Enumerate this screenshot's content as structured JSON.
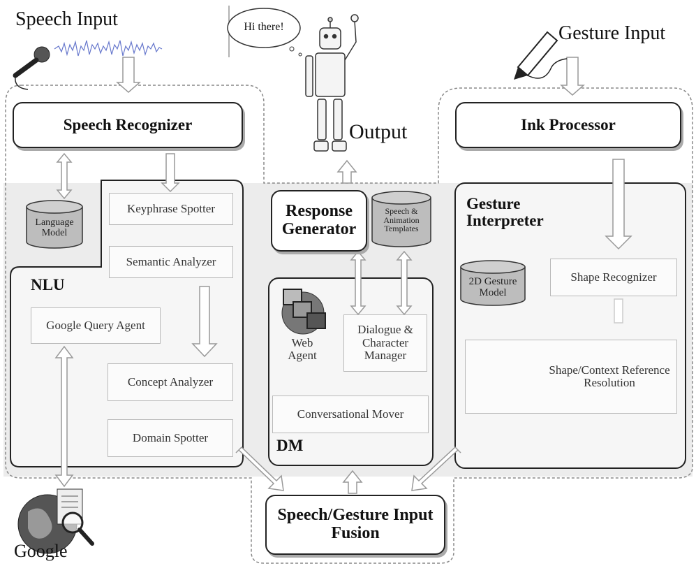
{
  "titles": {
    "speech_input": "Speech Input",
    "gesture_input": "Gesture Input",
    "output": "Output",
    "speech_bubble": "Hi there!"
  },
  "modules": {
    "speech_recognizer": "Speech Recognizer",
    "ink_processor": "Ink Processor",
    "response_generator": "Response Generator",
    "gesture_interpreter": "Gesture Interpreter",
    "speech_gesture_fusion": "Speech/Gesture Input Fusion"
  },
  "section_labels": {
    "nlu": "NLU",
    "dm": "DM"
  },
  "nlu_components": {
    "keyphrase_spotter": "Keyphrase Spotter",
    "semantic_analyzer": "Semantic Analyzer",
    "google_query_agent": "Google Query Agent",
    "concept_analyzer": "Concept Analyzer",
    "domain_spotter": "Domain Spotter"
  },
  "dm_components": {
    "web_agent": "Web Agent",
    "dialogue_manager": "Dialogue & Character Manager",
    "conversational_mover": "Conversational Mover"
  },
  "gesture_components": {
    "shape_recognizer": "Shape Recognizer",
    "shape_context_resolution": "Shape/Context Reference Resolution"
  },
  "databases": {
    "language_model": "Language Model",
    "speech_animation_templates": "Speech & Animation Templates",
    "gesture_model_2d": "2D Gesture Model"
  },
  "logos": {
    "google": "Google"
  }
}
